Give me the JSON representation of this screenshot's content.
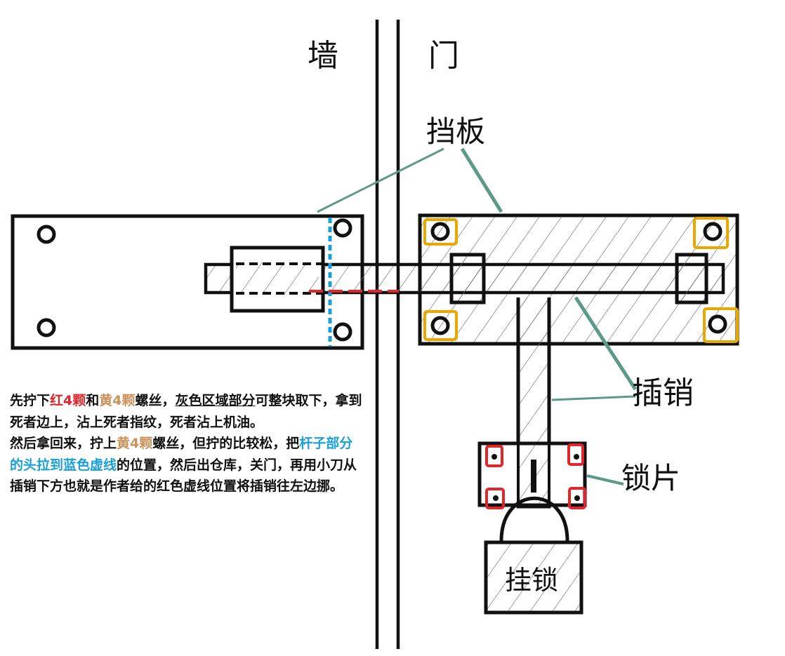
{
  "labels": {
    "wall": "墙",
    "door": "门",
    "baffle": "挡板",
    "latch": "插销",
    "lock_plate": "锁片",
    "padlock": "挂锁"
  },
  "colors": {
    "red": "#e0262b",
    "yellow": "#e8a800",
    "yellow_text": "#c9925a",
    "blue": "#1aa0d8",
    "leader": "#5b9a8b"
  },
  "notes": {
    "p1": {
      "t1": "先拧下",
      "red": "红4颗",
      "t2": "和",
      "yellow": "黄4颗",
      "t3": "螺丝，",
      "gray": "灰色区域部分",
      "t4": "可整块取下，拿到死者边上，沾上死者指纹，死者沾上机油。"
    },
    "p2": {
      "t1": "然后拿回来，拧上",
      "yellow": "黄4颗",
      "t2": "螺丝，但拧的比较松，把",
      "blue": "杆子部分的头拉到蓝色虚线",
      "t3": "的位置，然后出仓库，关门，再用小刀从插销下方也就是作者给的红色虚线位置将插销往左边挪。"
    }
  }
}
